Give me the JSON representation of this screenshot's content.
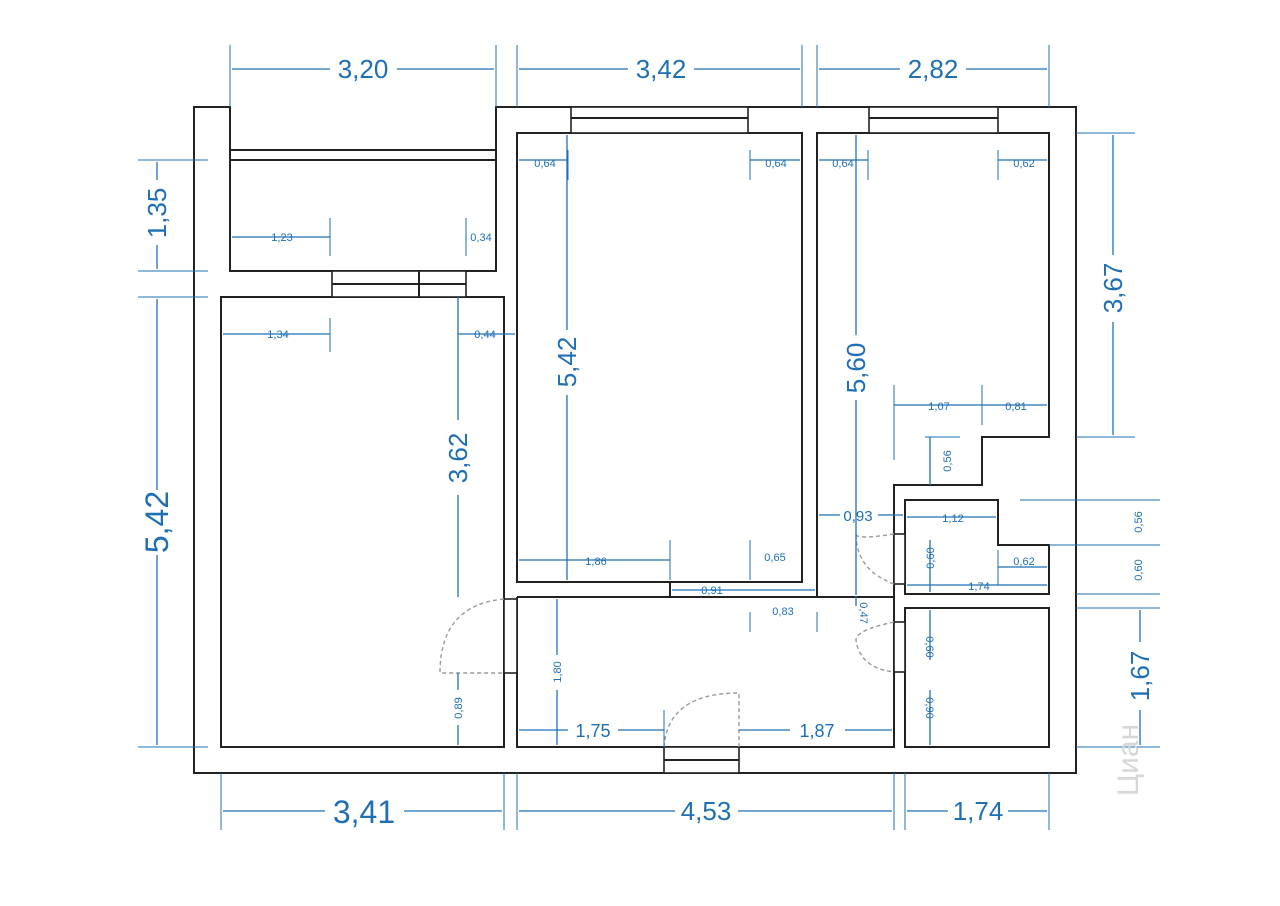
{
  "colors": {
    "dimension": "#1f6fb5",
    "wall": "#222222",
    "background": "#ffffff"
  },
  "dims": {
    "top_left": "3,20",
    "top_mid": "3,42",
    "top_right": "2,82",
    "bottom_left": "3,41",
    "bottom_mid": "4,53",
    "bottom_right": "1,74",
    "left_balcony": "1,35",
    "left_room": "5,42",
    "right_top": "3,67",
    "right_bottom": "1,67",
    "room1_height": "3,62",
    "room2_height": "5,42",
    "room3_height": "5,60",
    "hall_left": "1,75",
    "hall_right": "1,87",
    "balcony_w": "1,23",
    "balcony_depth": "0,34",
    "room1_w": "1,34",
    "room1_gap": "0,44",
    "room1_door": "0,89",
    "room2_left": "0,64",
    "room2_right": "0,64",
    "room2_bl": "1,86",
    "room2_br": "0,65",
    "room2_door": "0,91",
    "hall_door": "1,80",
    "hall_corner": "0,83",
    "hall_gap": "0,47",
    "room3_left": "0,64",
    "room3_right": "0,62",
    "room3_step_a": "1,07",
    "room3_step_b": "0,81",
    "room3_step_h": "0,56",
    "corr": "0,93",
    "bath_w": "1,12",
    "bath_door": "0,60",
    "bath_w2": "1,74",
    "bath_r": "0,62",
    "side_056": "0,56",
    "side_060": "0,60",
    "wc_door": "0,60",
    "wc_h": "0,90"
  },
  "watermark": "Циан"
}
